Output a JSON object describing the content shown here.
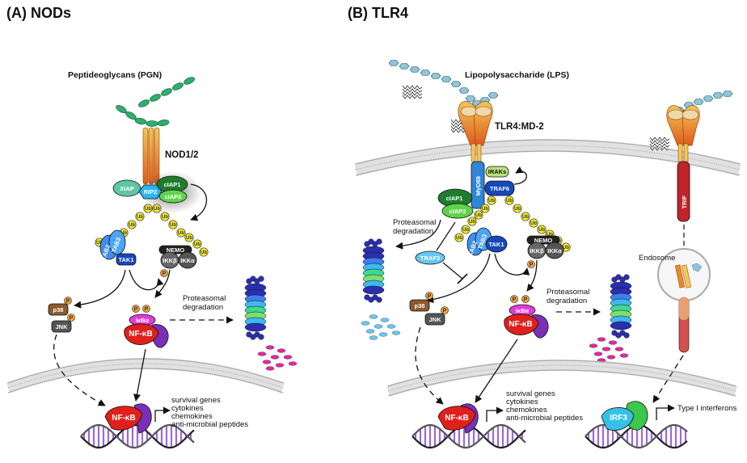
{
  "panel_a": {
    "title": "(A) NODs",
    "ligand": "Peptideoglycans (PGN)",
    "receptor": "NOD1/2",
    "proteins": {
      "xiap": "XIAP",
      "rip2": "RIP2",
      "ciap1": "cIAP1",
      "ciap2": "cIAP2",
      "tab2": "TAB2",
      "tab3": "TAB3",
      "tak1": "TAK1",
      "nemo": "NEMO",
      "ikkb": "IKKβ",
      "ikka": "IKKα",
      "p38": "p38",
      "jnk": "JNK",
      "ikba": "IκBα",
      "nfkb": "NF-κB",
      "nfkb_nucleus": "NF-κB"
    },
    "degradation": "Proteasomal\ndegradation",
    "genes": [
      "survival genes",
      "cytokines",
      "chemokines",
      "anti-microbial peptides"
    ]
  },
  "panel_b": {
    "title": "(B) TLR4",
    "ligand": "Lipopolysaccharide (LPS)",
    "receptor": "TLR4:MD-2",
    "proteins": {
      "myd88": "MyD88",
      "iraks": "IRAKs",
      "traf6": "TRAF6",
      "ciap1": "cIAP1",
      "ciap2": "cIAP2",
      "traf3": "TRAF3",
      "tab2": "TAB2",
      "tab3": "TAB3",
      "tak1": "TAK1",
      "nemo": "NEMO",
      "ikkb": "IKKβ",
      "ikka": "IKKα",
      "p38": "p38",
      "jnk": "JNK",
      "ikba": "IκBα",
      "nfkb": "NF-κB",
      "nfkb_nucleus": "NF-κB",
      "trif": "TRIF",
      "irf3": "IRF3"
    },
    "degradation_left": "Proteasomal\ndegradation",
    "degradation_right": "Proteasomal\ndegradation",
    "endosome": "Endosome",
    "genes": [
      "survival genes",
      "cytokines",
      "chemokines",
      "anti-microbial peptides"
    ],
    "irf3_output": "Type I interferons"
  },
  "ubiquitin_label": "Ub",
  "phospho_label": "P",
  "colors": {
    "xiap": "#5ec6a6",
    "rip2": "#2bb5f0",
    "ciap1": "#1e7d2e",
    "ciap2": "#5fd44a",
    "tab": "#3f8ef0",
    "tak1": "#1747b8",
    "nemo": "#222222",
    "ikk": "#555555",
    "p38": "#8c5a2b",
    "jnk": "#555555",
    "ikba": "#e43ad8",
    "nfkb_red": "#e0201a",
    "nfkb_purple": "#7a2fb8",
    "ub": "#f4ec2a",
    "phospho": "#f2a43a",
    "myd88": "#2f86d8",
    "iraks": "#b9e07a",
    "traf3": "#66c8f2",
    "trif": "#c0242a",
    "irf3_cyan": "#36c0e8",
    "irf3_green": "#3cc84a",
    "membrane": "#bbbbbb",
    "pgn": "#2fae6e",
    "lps": "#8ec6d8"
  }
}
